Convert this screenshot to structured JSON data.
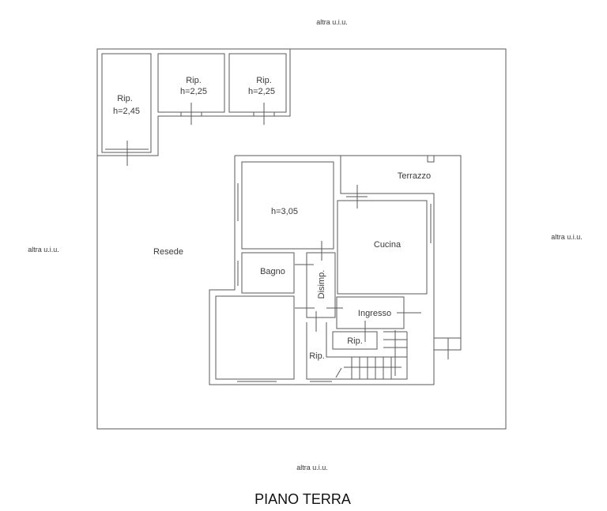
{
  "neighbors": {
    "top": "altra u.i.u.",
    "left": "altra u.i.u.",
    "right": "altra u.i.u.",
    "bottom": "altra u.i.u."
  },
  "title": "PIANO TERRA",
  "yard": "Resede",
  "storage": [
    {
      "label": "Rip.",
      "height": "h=2,45"
    },
    {
      "label": "Rip.",
      "height": "h=2,25"
    },
    {
      "label": "Rip.",
      "height": "h=2,25"
    }
  ],
  "rooms": {
    "main_room": "h=3,05",
    "kitchen": "Cucina",
    "terrace": "Terrazzo",
    "bathroom": "Bagno",
    "hallway": "Disimp.",
    "entrance": "Ingresso",
    "closet_small": "Rip.",
    "closet_stair": "Rip."
  }
}
